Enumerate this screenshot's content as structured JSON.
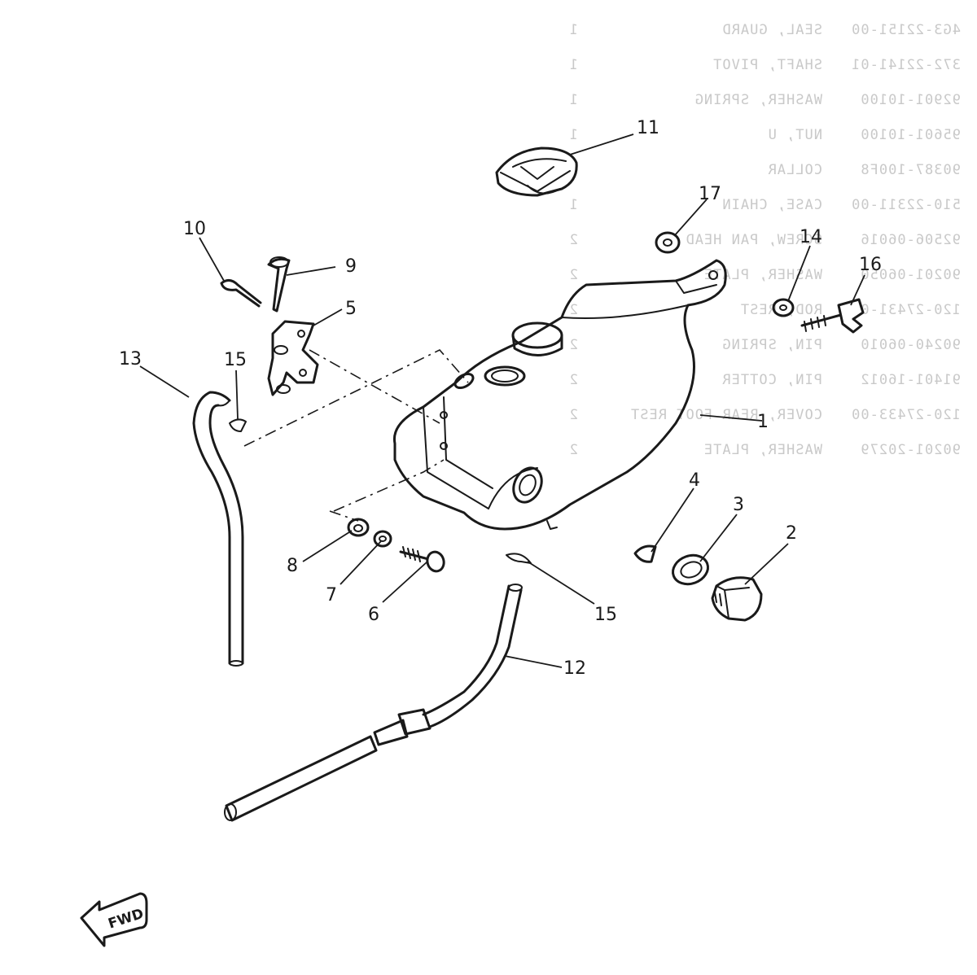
{
  "ghost_table": {
    "rows": [
      {
        "part_no": "4G3-22151-00",
        "description": "SEAL, GUARD",
        "qty": "1"
      },
      {
        "part_no": "372-22141-01",
        "description": "SHAFT, PIVOT",
        "qty": "1"
      },
      {
        "part_no": "92901-10100",
        "description": "WASHER, SPRING",
        "qty": "1"
      },
      {
        "part_no": "95601-10100",
        "description": "NUT, U",
        "qty": "1"
      },
      {
        "part_no": "90387-100F8",
        "description": "COLLAR",
        "qty": "1"
      },
      {
        "part_no": "510-22311-00",
        "description": "CASE, CHAIN",
        "qty": "1"
      },
      {
        "part_no": "92506-06016",
        "description": "SCREW, PAN HEAD",
        "qty": "2"
      },
      {
        "part_no": "90201-06050",
        "description": "WASHER, PLATE",
        "qty": "2"
      },
      {
        "part_no": "120-27431-00",
        "description": "ROD, REST",
        "qty": "2"
      },
      {
        "part_no": "90240-06010",
        "description": "PIN, SPRING",
        "qty": "2"
      },
      {
        "part_no": "91401-16012",
        "description": "PIN, COTTER",
        "qty": "2"
      },
      {
        "part_no": "120-27433-00",
        "description": "COVER, REAR FOOT REST",
        "qty": "2"
      },
      {
        "part_no": "90201-20279",
        "description": "WASHER, PLATE",
        "qty": "2"
      }
    ]
  },
  "callouts": {
    "c1": "1",
    "c2": "2",
    "c3": "3",
    "c4": "4",
    "c5": "5",
    "c6": "6",
    "c7": "7",
    "c8": "8",
    "c9": "9",
    "c10": "10",
    "c11": "11",
    "c12": "12",
    "c13": "13",
    "c14": "14",
    "c15a": "15",
    "c15b": "15",
    "c16": "16",
    "c17": "17"
  },
  "fwd_label": "FWD"
}
